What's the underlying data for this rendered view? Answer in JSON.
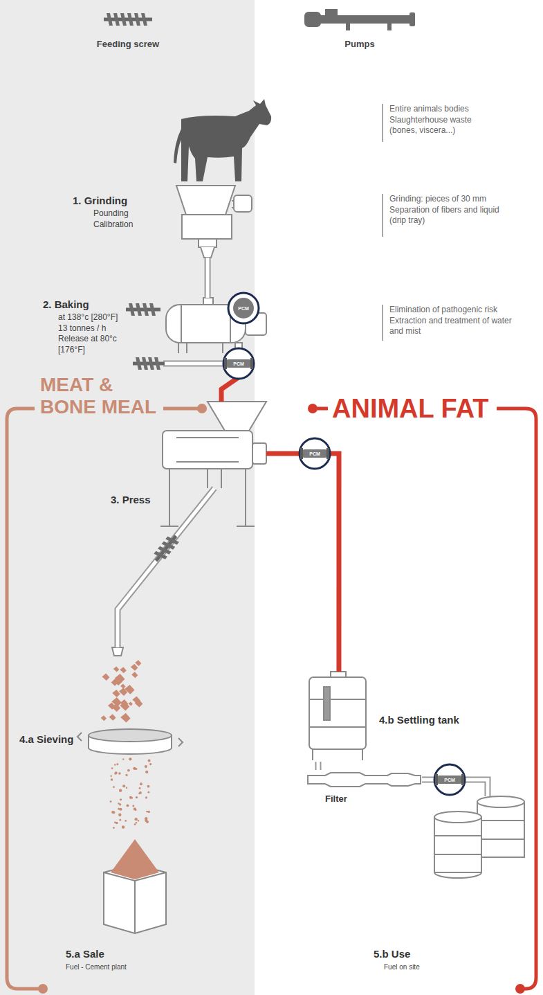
{
  "diagram": {
    "nodes": [
      {
        "text": [
          "Entire animals bodies Slaughterhouse waste (bones, viscera...)"
        ]
      },
      {
        "text": [
          "1. Grinding",
          "Pounding Calibration",
          "Grinding: pieces of 30 mm Separation of fibers and liquid (drip tray)"
        ]
      },
      {
        "text": [
          "2. Baking",
          "at 138°c [280°F] 13 tonnes / h Release at 80°c [176°F]",
          "Elimination of pathogenic risk Extraction and treatment of water and mist"
        ]
      },
      {
        "text": [
          "3. Press"
        ]
      },
      {
        "text": [
          "4.a Sieving"
        ]
      },
      {
        "text": [
          "5.a Sale",
          "Fuel - Cement plant"
        ]
      },
      {
        "text": [
          "4.b Settling tank"
        ]
      },
      {
        "text": [
          "Filter"
        ]
      },
      {
        "text": [
          "5.b Use",
          "Fuel on site"
        ]
      }
    ],
    "edges": [
      {
        "from": 1,
        "to": 2,
        "arrow": "none"
      },
      {
        "from": 2,
        "to": 3,
        "arrow": "none"
      },
      {
        "from": 3,
        "to": 4,
        "arrow": "none"
      },
      {
        "from": 3,
        "to": 6,
        "arrow": "none"
      },
      {
        "from": 6,
        "to": 7,
        "arrow": "none"
      },
      {
        "from": 7,
        "to": 8,
        "arrow": "none"
      }
    ],
    "labels": [
      "Feeding screw",
      "Pumps",
      "MEAT & BONE MEAL",
      "ANIMAL FAT",
      "PCM",
      "PCM",
      "PCM",
      "PCM"
    ]
  }
}
